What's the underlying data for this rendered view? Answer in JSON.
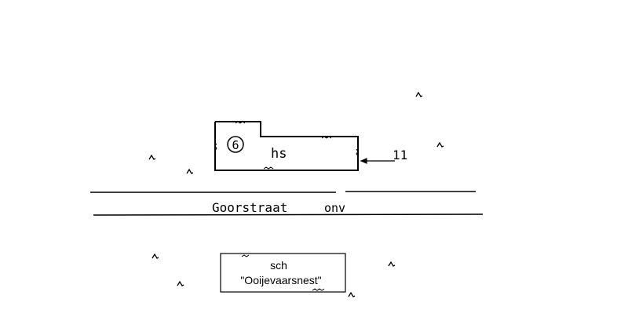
{
  "map": {
    "building": {
      "number": "6",
      "type_label": "hs",
      "house_number": "11"
    },
    "street": {
      "name": "Goorstraat",
      "status": "onv"
    },
    "school": {
      "type_label": "sch",
      "name": "\"Ooijevaarsnest\""
    },
    "colors": {
      "ink": "#000000",
      "background": "#ffffff"
    }
  }
}
